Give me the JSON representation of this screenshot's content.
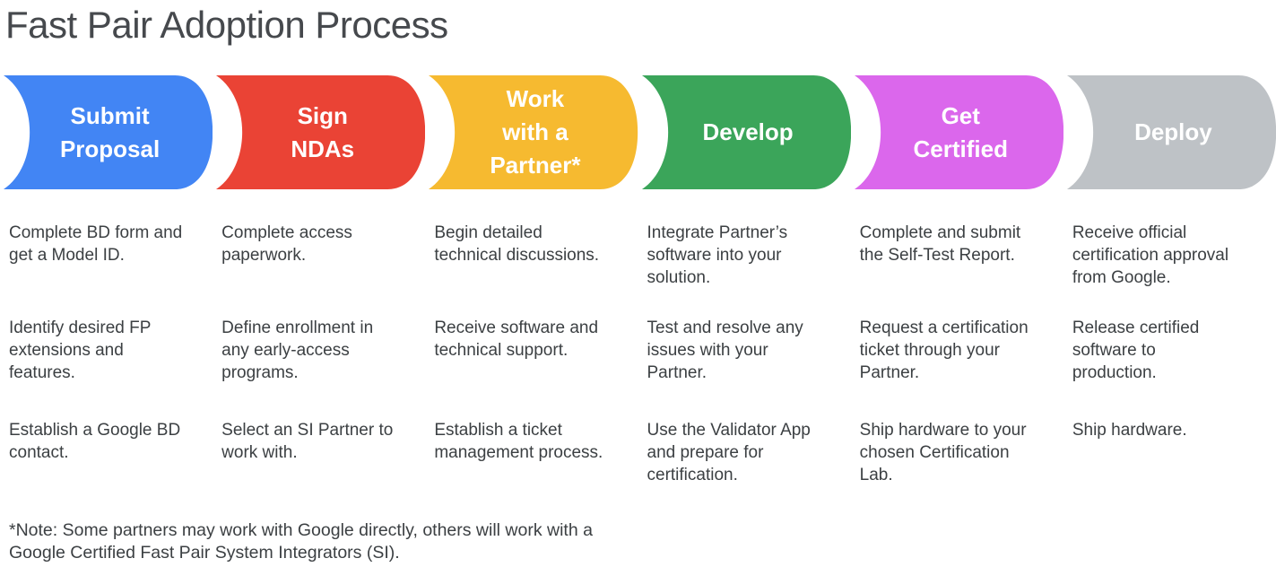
{
  "title": "Fast Pair Adoption Process",
  "colors": {
    "title_text": "#46494d",
    "body_text": "#3c4043",
    "stage_label_text": "#ffffff"
  },
  "stages": [
    {
      "label": "Submit\nProposal",
      "color": "#4285F4",
      "steps": [
        "Complete BD form and\nget a Model ID.",
        "Identify desired FP\nextensions and\nfeatures.",
        "Establish a Google BD\ncontact."
      ]
    },
    {
      "label": "Sign\nNDAs",
      "color": "#EA4335",
      "steps": [
        "Complete access\npaperwork.",
        "Define enrollment in\nany early-access\nprograms.",
        "Select an SI Partner to\nwork with."
      ]
    },
    {
      "label": "Work\nwith a\nPartner*",
      "color": "#F6BA30",
      "steps": [
        "Begin detailed\ntechnical discussions.",
        "Receive software and\ntechnical support.",
        "Establish a ticket\nmanagement process."
      ]
    },
    {
      "label": "Develop",
      "color": "#3BA55A",
      "steps": [
        "Integrate Partner’s\nsoftware into your\nsolution.",
        "Test and resolve any\nissues with your\nPartner.",
        "Use the Validator App\nand prepare for\ncertification."
      ]
    },
    {
      "label": "Get\nCertified",
      "color": "#DB67EC",
      "steps": [
        "Complete and submit\nthe Self-Test Report.",
        "Request a certification\nticket through your\nPartner.",
        "Ship hardware to your\nchosen Certification\nLab."
      ]
    },
    {
      "label": "Deploy",
      "color": "#BEC2C6",
      "steps": [
        "Receive official\ncertification approval\nfrom Google.",
        "Release certified\nsoftware to\nproduction.",
        "Ship hardware."
      ]
    }
  ],
  "footnote": "*Note: Some partners may work with Google directly, others will work with a\nGoogle Certified Fast Pair System Integrators (SI)."
}
